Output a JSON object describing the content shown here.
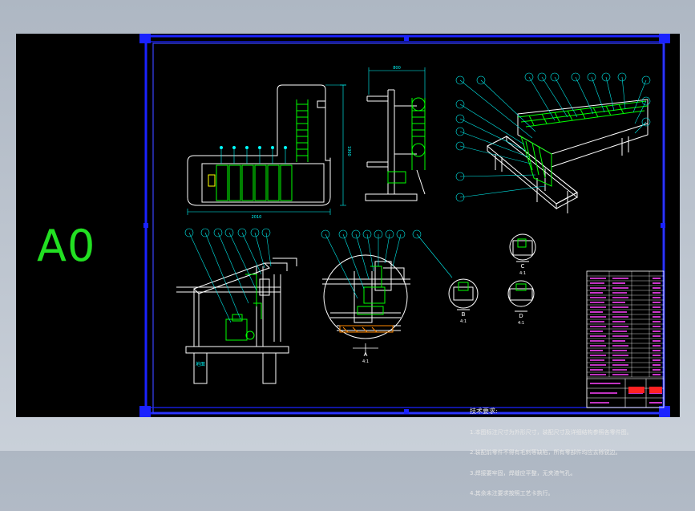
{
  "sheet": {
    "size_label": "A0",
    "colors": {
      "background": "#000000",
      "frame": "#1a22ff",
      "geometry": "#ffffff",
      "dimension": "#00ffff",
      "callout": "#00e8e8",
      "part": "#00ff00",
      "title_block": "#ff44ff",
      "label_green": "#22e022"
    }
  },
  "views": {
    "front": {
      "dimension_width": "2010",
      "dimension_height": "1900"
    },
    "side": {
      "dimension_width": "800"
    },
    "left_section": {
      "ground_label": "地面"
    },
    "section_a": {
      "label": "A",
      "scale": "4:1"
    },
    "section_b": {
      "label": "B",
      "scale": "4:1"
    },
    "section_c": {
      "label": "C",
      "scale": "4:1"
    },
    "section_d": {
      "label": "D",
      "scale": "4:1"
    }
  },
  "notes": {
    "title": "技术要求:",
    "lines": [
      "1.本图标注尺寸为外形尺寸，装配尺寸及详细结构参照各零件图。",
      "2.装配前零件不得有毛刺等缺陷，所有零部件均应去除锐边。",
      "3.焊接要牢固，焊缝应平整，无夹渣气孔。",
      "4.其余未注要求按照工艺卡执行。"
    ]
  }
}
